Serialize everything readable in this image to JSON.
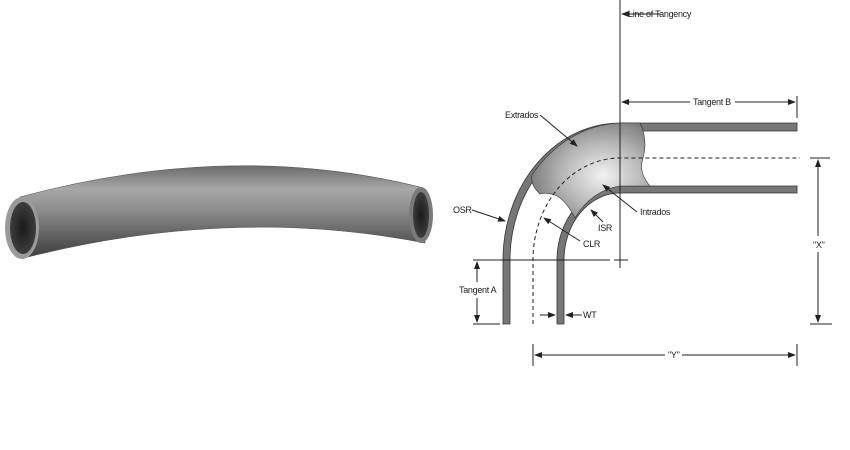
{
  "photo": {
    "subject": "pipe-bend-photo"
  },
  "diagram": {
    "labels": {
      "line_of_tangency": "Line of Tangency",
      "tangent_b": "Tangent B",
      "tangent_a": "Tangent A",
      "extrados": "Extrados",
      "intrados": "Intrados",
      "osr": "OSR",
      "isr": "ISR",
      "clr": "CLR",
      "wt": "WT",
      "x_dim": "\"X\"",
      "y_dim": "\"Y\""
    }
  }
}
